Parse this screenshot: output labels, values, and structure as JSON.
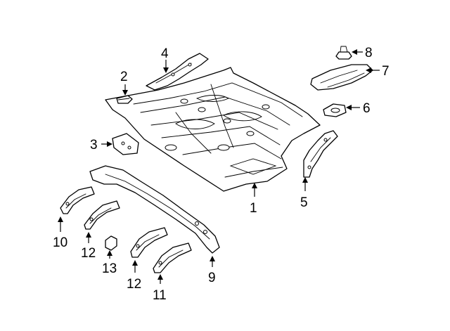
{
  "callouts": [
    {
      "id": "1",
      "label": "1"
    },
    {
      "id": "2",
      "label": "2"
    },
    {
      "id": "3",
      "label": "3"
    },
    {
      "id": "4",
      "label": "4"
    },
    {
      "id": "5",
      "label": "5"
    },
    {
      "id": "6",
      "label": "6"
    },
    {
      "id": "7",
      "label": "7"
    },
    {
      "id": "8",
      "label": "8"
    },
    {
      "id": "9",
      "label": "9"
    },
    {
      "id": "10",
      "label": "10"
    },
    {
      "id": "11",
      "label": "11"
    },
    {
      "id": "12a",
      "label": "12"
    },
    {
      "id": "12b",
      "label": "12"
    },
    {
      "id": "13",
      "label": "13"
    }
  ]
}
